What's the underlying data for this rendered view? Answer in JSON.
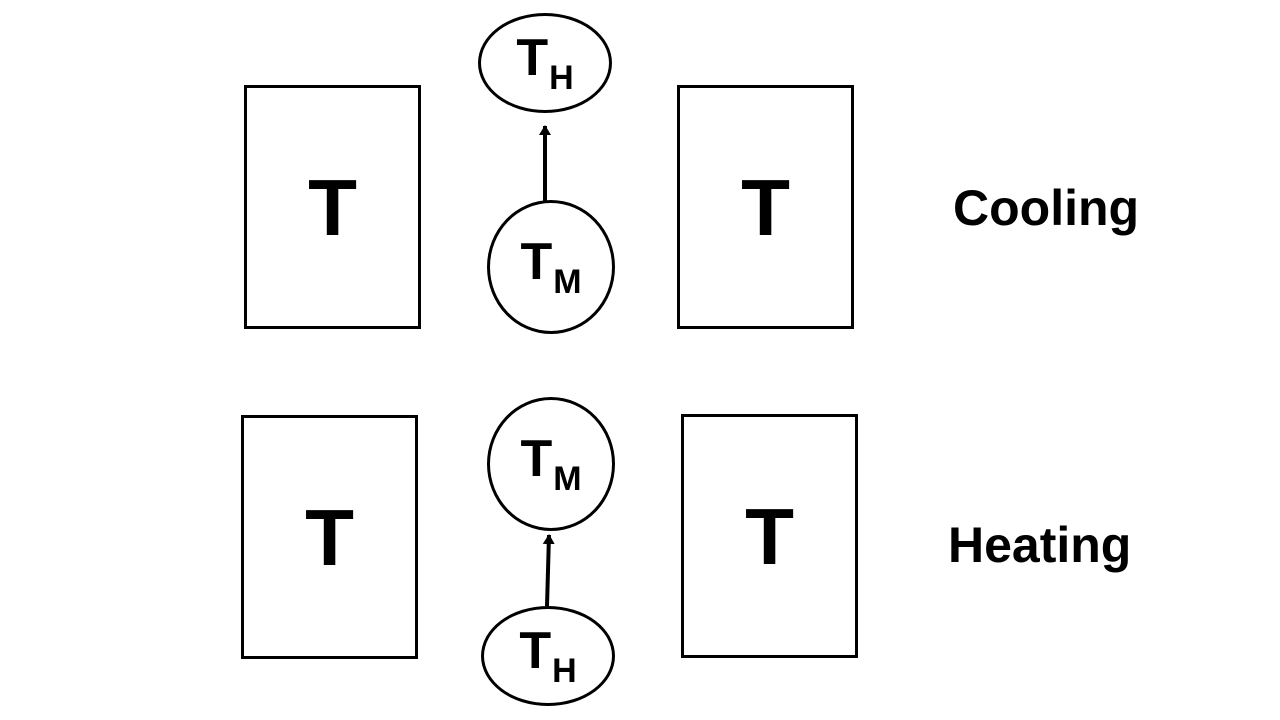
{
  "cooling": {
    "left_box_label": "T",
    "right_box_label": "T",
    "top_node": {
      "main": "T",
      "sub": "H"
    },
    "bottom_node": {
      "main": "T",
      "sub": "M"
    },
    "label": "Cooling"
  },
  "heating": {
    "left_box_label": "T",
    "right_box_label": "T",
    "top_node": {
      "main": "T",
      "sub": "M"
    },
    "bottom_node": {
      "main": "T",
      "sub": "H"
    },
    "label": "Heating"
  }
}
